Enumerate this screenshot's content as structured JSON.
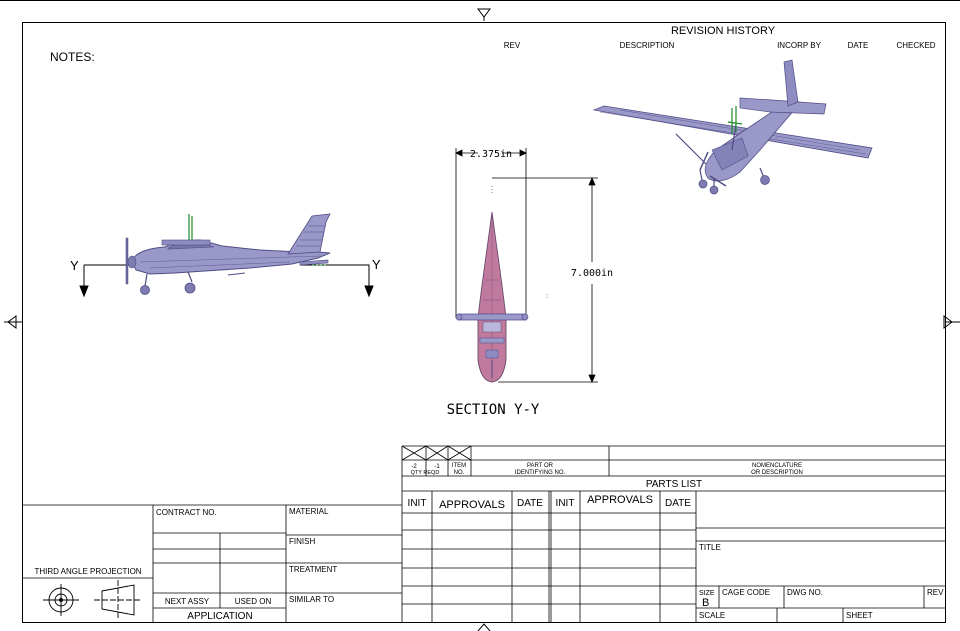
{
  "notes_label": "NOTES:",
  "revision_history": {
    "title": "REVISION HISTORY",
    "columns": [
      "REV",
      "DESCRIPTION",
      "INCORP BY",
      "DATE",
      "CHECKED"
    ]
  },
  "views": {
    "dimension_width": "2.375in",
    "dimension_height": "7.000in",
    "section_caption": "SECTION Y-Y",
    "cut_label_left": "Y",
    "cut_label_right": "Y"
  },
  "parts_list": {
    "qty_col_a": "-2",
    "qty_col_b": "-1",
    "qty_reqd": "QTY REQD",
    "item": "ITEM",
    "item_no": "NO.",
    "part_line1": "PART OR",
    "part_line2": "IDENTIFYING NO.",
    "nomen_line1": "NOMENCLATURE",
    "nomen_line2": "OR DESCRIPTION",
    "title": "PARTS LIST"
  },
  "left_block": {
    "contract_no": "CONTRACT NO.",
    "material": "MATERIAL",
    "finish": "FINISH",
    "treatment": "TREATMENT",
    "similar_to": "SIMILAR TO",
    "third_angle": "THIRD ANGLE PROJECTION",
    "next_assy": "NEXT ASSY",
    "used_on": "USED ON",
    "application": "APPLICATION"
  },
  "approvals": {
    "init": "INIT",
    "approvals": "APPROVALS",
    "date": "DATE"
  },
  "title_block": {
    "title": "TITLE",
    "size_label": "SIZE",
    "size_value": "B",
    "cage_code": "CAGE CODE",
    "dwg_no": "DWG NO.",
    "rev": "REV",
    "scale": "SCALE",
    "sheet": "SHEET"
  },
  "colors": {
    "line": "#000000",
    "aircraft_fill": "#9a98c8",
    "aircraft_edge": "#4f4d86",
    "section_fill": "#c07a9e",
    "accent_green": "#1f8a2a"
  }
}
